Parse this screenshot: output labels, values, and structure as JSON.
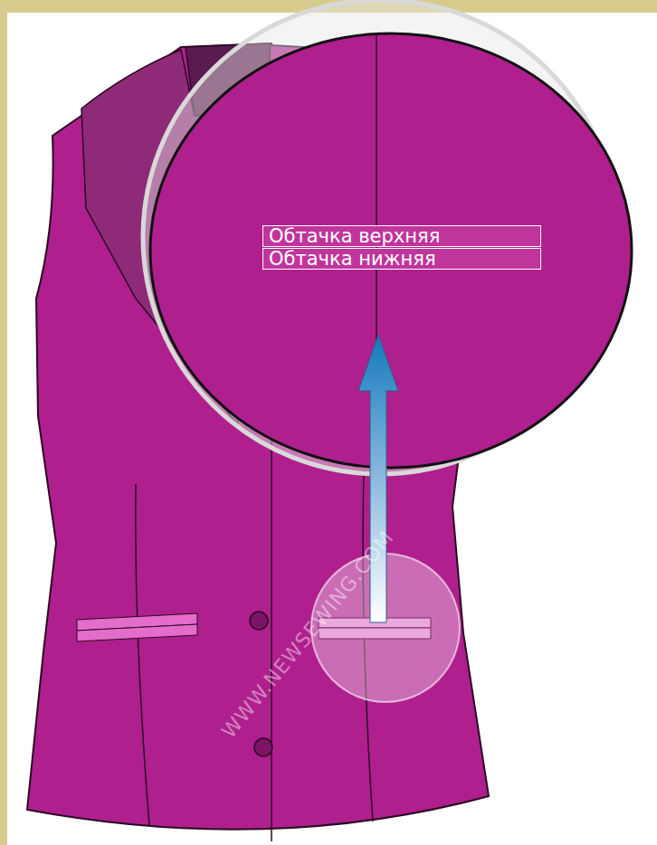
{
  "diagram": {
    "nodes": [
      {
        "text": [
          "Обтачка верхняя"
        ]
      },
      {
        "text": [
          "Обтачка нижняя"
        ]
      }
    ],
    "labels": [
      "WWW.NEWSEWING.COM"
    ]
  }
}
